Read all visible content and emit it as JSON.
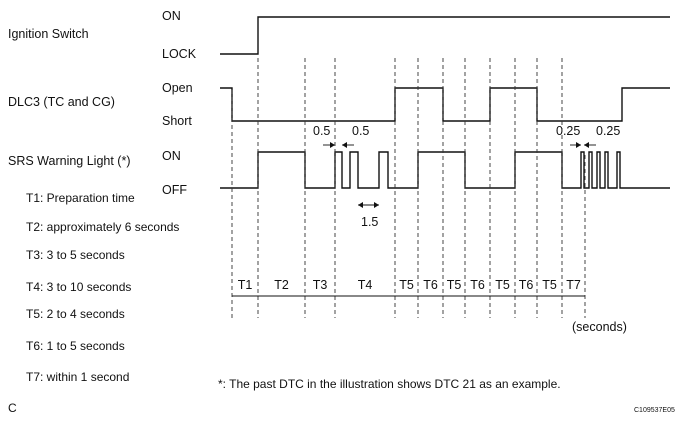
{
  "signals": {
    "ignition": {
      "label": "Ignition Switch",
      "high": "ON",
      "low": "LOCK"
    },
    "dlc3": {
      "label": "DLC3 (TC and CG)",
      "high": "Open",
      "low": "Short"
    },
    "srs": {
      "label": "SRS Warning Light (*)",
      "high": "ON",
      "low": "OFF"
    }
  },
  "pulse_widths": {
    "a": "0.5",
    "b": "0.5",
    "c": "1.5",
    "d": "0.25",
    "e": "0.25"
  },
  "periods": [
    "T1",
    "T2",
    "T3",
    "T4",
    "T5",
    "T6",
    "T5",
    "T6",
    "T5",
    "T6",
    "T5",
    "T7"
  ],
  "unit": "(seconds)",
  "legend": [
    "T1: Preparation time",
    "T2: approximately 6 seconds",
    "T3: 3 to 5 seconds",
    "T4: 3 to 10 seconds",
    "T5: 2 to 4 seconds",
    "T6: 1 to 5 seconds",
    "T7: within 1 second"
  ],
  "footnote": "*: The past DTC in the illustration shows DTC 21 as an example.",
  "corner_letter": "C",
  "figure_code": "C109537E05"
}
